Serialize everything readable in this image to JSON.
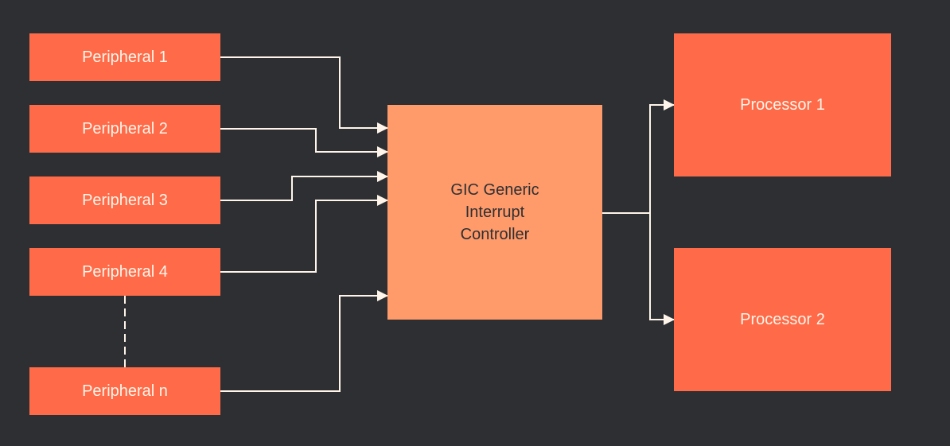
{
  "diagram": {
    "colors": {
      "background": "#2e2f33",
      "peripheral": "#ff6a48",
      "processor": "#ff6a48",
      "controller": "#ff9b6a",
      "connector": "#fff5ea"
    },
    "peripherals": [
      {
        "id": "p1",
        "label": "Peripheral 1"
      },
      {
        "id": "p2",
        "label": "Peripheral 2"
      },
      {
        "id": "p3",
        "label": "Peripheral 3"
      },
      {
        "id": "p4",
        "label": "Peripheral 4"
      },
      {
        "id": "pn",
        "label": "Peripheral n"
      }
    ],
    "controller": {
      "label_line1": "GIC Generic",
      "label_line2": "Interrupt",
      "label_line3": "Controller"
    },
    "processors": [
      {
        "id": "cpu1",
        "label": "Processor 1"
      },
      {
        "id": "cpu2",
        "label": "Processor 2"
      }
    ],
    "edges": [
      {
        "from": "p1",
        "to": "gic"
      },
      {
        "from": "p2",
        "to": "gic"
      },
      {
        "from": "p3",
        "to": "gic"
      },
      {
        "from": "p4",
        "to": "gic"
      },
      {
        "from": "pn",
        "to": "gic"
      },
      {
        "from": "p4",
        "to": "pn",
        "style": "dashed"
      },
      {
        "from": "gic",
        "to": "cpu1"
      },
      {
        "from": "gic",
        "to": "cpu2"
      }
    ]
  }
}
